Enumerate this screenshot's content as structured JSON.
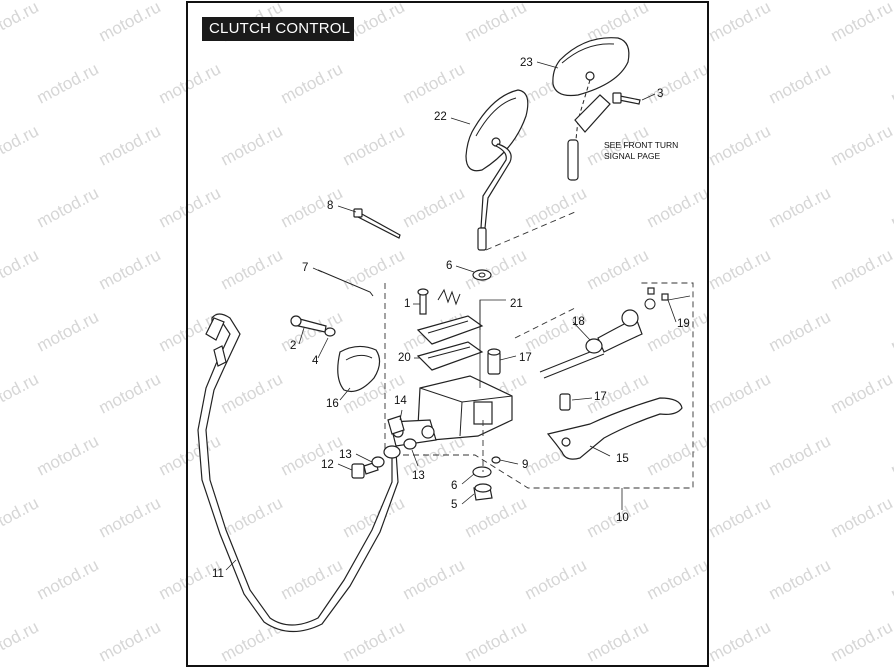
{
  "title": "CLUTCH CONTROL",
  "watermark_text": "motod.ru",
  "note_lines": [
    "SEE FRONT TURN",
    "SIGNAL PAGE"
  ],
  "callouts": {
    "c1": "1",
    "c2": "2",
    "c3": "3",
    "c4": "4",
    "c5": "5",
    "c6a": "6",
    "c6b": "6",
    "c7": "7",
    "c8": "8",
    "c9": "9",
    "c10": "10",
    "c11": "11",
    "c12": "12",
    "c13a": "13",
    "c13b": "13",
    "c14": "14",
    "c15": "15",
    "c16": "16",
    "c17a": "17",
    "c17b": "17",
    "c18": "18",
    "c19": "19",
    "c20": "20",
    "c21": "21",
    "c22": "22",
    "c23": "23"
  },
  "colors": {
    "line": "#222222",
    "title_bg": "#1a1a1a",
    "watermark": "#d6d6d6"
  }
}
